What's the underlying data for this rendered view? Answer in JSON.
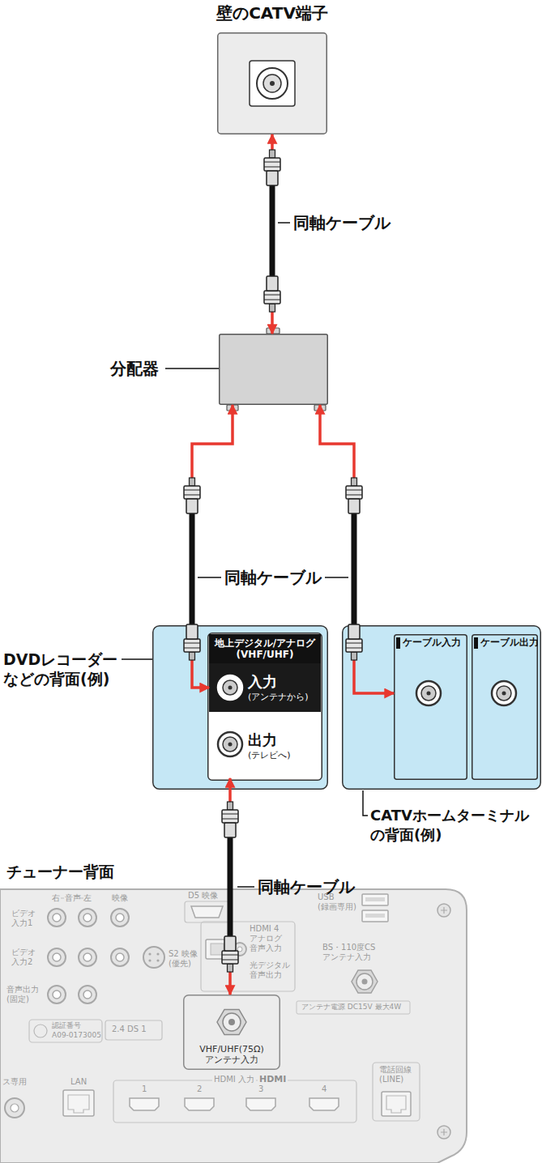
{
  "diagram": {
    "nodes": [
      {
        "text": [
          "壁のCATV端子"
        ]
      },
      {
        "text": [
          "分配器"
        ]
      },
      {
        "text": [
          "DVDレコーダー などの背面(例)"
        ]
      },
      {
        "text": [
          "地上デジタル/アナログ (VHF/UHF)"
        ],
        "in": 2
      },
      {
        "text": [
          "入力 (アンテナから)"
        ],
        "in": 3
      },
      {
        "text": [
          "出力 (テレビへ)"
        ],
        "in": 3
      },
      {
        "text": [
          "CATVホームターミナル の背面(例)"
        ]
      },
      {
        "text": [
          "ケーブル入力"
        ],
        "in": 6
      },
      {
        "text": [
          "ケーブル出力"
        ],
        "in": 6
      },
      {
        "text": [
          "チューナー背面"
        ]
      },
      {
        "text": [
          "VHF/UHF(75Ω) アンテナ入力"
        ],
        "in": 9
      }
    ],
    "edges": [
      {
        "from": 0,
        "to": 1,
        "arrow": "both"
      },
      {
        "from": 1,
        "to": 4,
        "arrow": "both"
      },
      {
        "from": 1,
        "to": 7,
        "arrow": "both"
      },
      {
        "from": 5,
        "to": 10,
        "arrow": "both"
      }
    ],
    "labels": [
      "同軸ケーブル",
      "同軸ケーブル",
      "同軸ケーブル",
      "右",
      "音声",
      "左",
      "映像",
      "D5 映像",
      "USB (録画専用)",
      "ビデオ 入力1",
      "ビデオ 入力2",
      "音声出力 (固定)",
      "S2 映像 (優先)",
      "HDMI 4 アナログ 音声入力",
      "光デジタル 音声出力",
      "BS・110度CS アンテナ入力",
      "アンテナ電源 DC15V 最大4W",
      "認証番号",
      "A09-0173005",
      "2.4 DS 1",
      "ス専用",
      "LAN",
      "HDMI 入力",
      "HDMI",
      "1",
      "2",
      "3",
      "4",
      "電話回線 (LINE)"
    ]
  }
}
